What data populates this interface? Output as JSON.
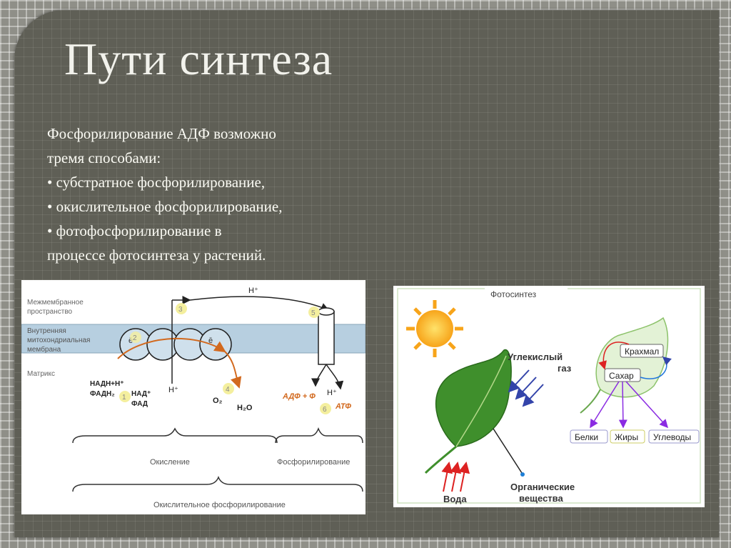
{
  "slide": {
    "title": "Пути синтеза",
    "lines": [
      "Фосфорилирование АДФ возможно",
      "тремя способами:",
      "• субстратное фосфорилирование,",
      "• окислительное фосфорилирование,",
      "• фотофосфорилирование в",
      "процессе фотосинтеза у растений."
    ]
  },
  "figure1": {
    "labels": {
      "intermembrane": [
        "Межмембранное",
        "пространство"
      ],
      "inner_membrane": [
        "Внутренняя",
        "митохондриальная",
        "мембрана"
      ],
      "matrix": "Матрикс",
      "h_top": "H⁺",
      "h_mid": "H⁺",
      "h_right": "H⁺",
      "electron": "ē",
      "nadh": "НАДН+Н⁺",
      "fadh": "ФАДН₂",
      "nad": "НАД⁺",
      "fad": "ФАД",
      "o2": "O₂",
      "h2o": "H₂O",
      "adp": "АДФ + Ф",
      "atp": "АТФ",
      "oxidation": "Окисление",
      "phosphorylation": "Фосфорилирование",
      "oxidative": "Окислительное фосфорилирование"
    },
    "steps": [
      "1",
      "2",
      "3",
      "4",
      "5",
      "6"
    ]
  },
  "figure2": {
    "title": "Фотосинтез",
    "co2": [
      "Углекислый",
      "газ"
    ],
    "water": "Вода",
    "organic": [
      "Органические",
      "вещества"
    ],
    "starch": "Крахмал",
    "sugar": "Сахар",
    "products": [
      "Белки",
      "Жиры",
      "Углеводы"
    ]
  }
}
